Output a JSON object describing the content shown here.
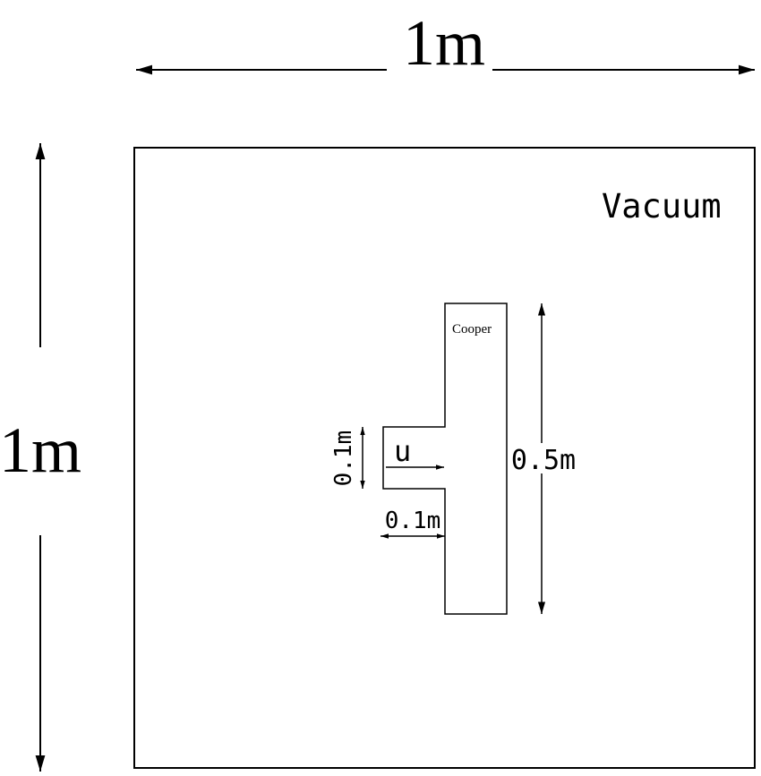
{
  "labels": {
    "width_dim": "1m",
    "height_dim": "1m",
    "domain_label": "Vacuum",
    "material_label": "Cooper",
    "velocity_label": "u",
    "bar_height_dim": "0.5m",
    "stub_height_dim": "0.1m",
    "stub_width_dim": "0.1m"
  },
  "colors": {
    "stroke": "#000000",
    "background": "#ffffff"
  }
}
